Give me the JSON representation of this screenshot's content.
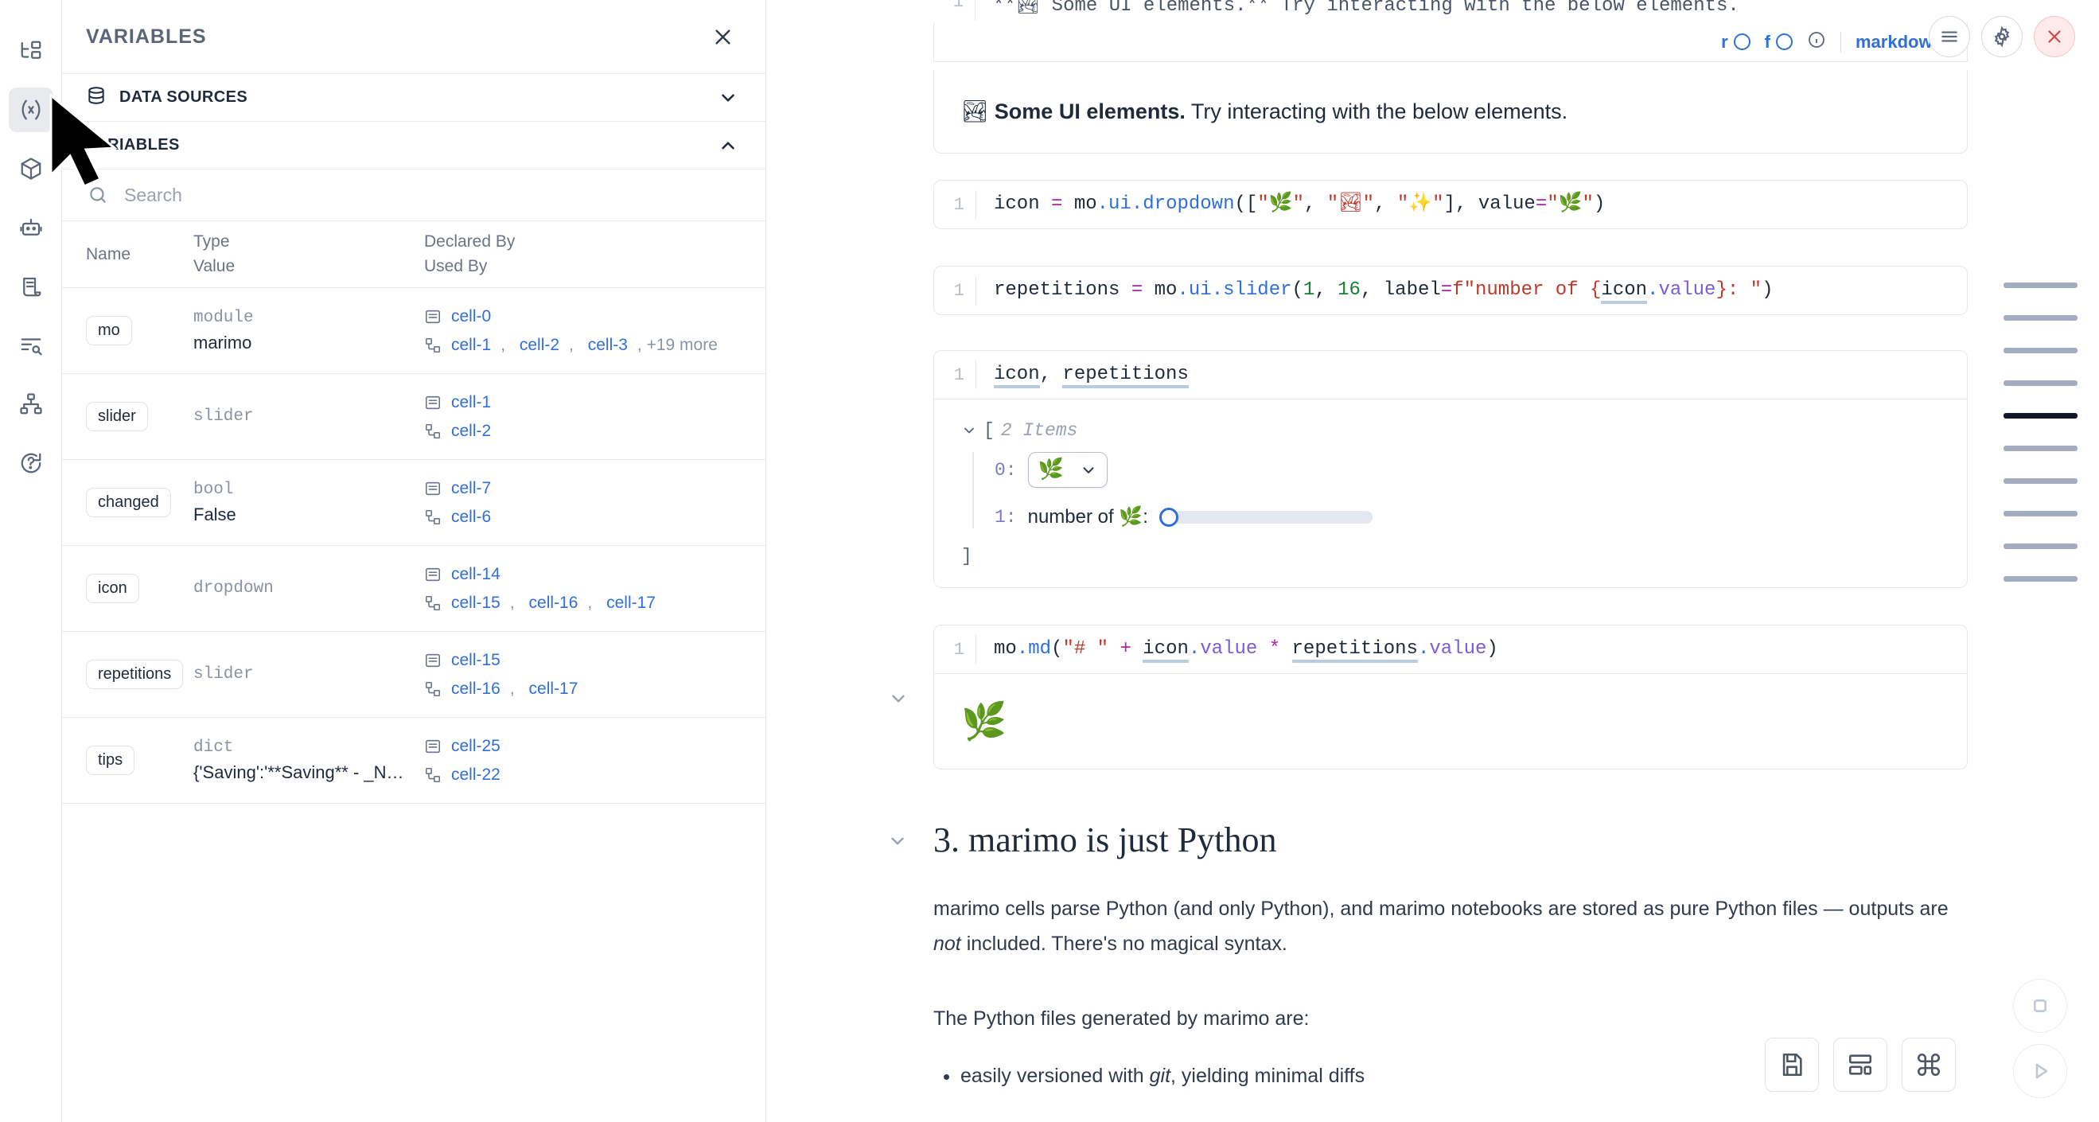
{
  "rail": {
    "items": [
      {
        "name": "file-tree-icon",
        "label": "File explorer"
      },
      {
        "name": "variables-icon",
        "label": "Variables",
        "active": true
      },
      {
        "name": "package-icon",
        "label": "Packages"
      },
      {
        "name": "robot-icon",
        "label": "AI assistant"
      },
      {
        "name": "scroll-icon",
        "label": "Logs"
      },
      {
        "name": "document-search-icon",
        "label": "Outline"
      },
      {
        "name": "dependency-graph-icon",
        "label": "Dependency graph"
      },
      {
        "name": "help-icon",
        "label": "Help"
      }
    ]
  },
  "panel": {
    "title": "VARIABLES",
    "close_label": "×",
    "sections": [
      {
        "label": "DATA SOURCES",
        "expanded": false
      },
      {
        "label": "VARIABLES",
        "expanded": true
      }
    ],
    "search": {
      "value": "",
      "placeholder": "Search"
    },
    "table": {
      "headers": {
        "name": "Name",
        "type": "Type",
        "value": "Value",
        "declared_by": "Declared By",
        "used_by": "Used By"
      },
      "rows": [
        {
          "name": "mo",
          "type": "module",
          "value": "marimo",
          "declared_by": [
            "cell-0"
          ],
          "used_by": [
            "cell-1",
            "cell-2",
            "cell-3"
          ],
          "used_by_more": "+19 more"
        },
        {
          "name": "slider",
          "type": "slider",
          "value": "",
          "declared_by": [
            "cell-1"
          ],
          "used_by": [
            "cell-2"
          ],
          "used_by_more": ""
        },
        {
          "name": "changed",
          "type": "bool",
          "value": "False",
          "declared_by": [
            "cell-7"
          ],
          "used_by": [
            "cell-6"
          ],
          "used_by_more": ""
        },
        {
          "name": "icon",
          "type": "dropdown",
          "value": "",
          "declared_by": [
            "cell-14"
          ],
          "used_by": [
            "cell-15",
            "cell-16",
            "cell-17"
          ],
          "used_by_more": ""
        },
        {
          "name": "repetitions",
          "type": "slider",
          "value": "",
          "declared_by": [
            "cell-15"
          ],
          "used_by": [
            "cell-16",
            "cell-17"
          ],
          "used_by_more": ""
        },
        {
          "name": "tips",
          "type": "dict",
          "value": "{'Saving':'**Saving** - _Na…",
          "declared_by": [
            "cell-25"
          ],
          "used_by": [
            "cell-22"
          ],
          "used_by_more": ""
        }
      ]
    }
  },
  "notebook": {
    "partial_code_top": "**🏞 Some UI elements.** Try interacting with the below elements.",
    "cell_toolbar": {
      "flag_r": "r",
      "flag_f": "f",
      "info_icon": "info-icon",
      "language": "markdown",
      "menu_icon": "hamburger-menu-icon",
      "settings_icon": "gear-icon",
      "delete_icon": "close-icon"
    },
    "markdown_output": {
      "emoji": "🏞",
      "bold": "Some UI elements.",
      "rest": " Try interacting with the below elements."
    },
    "cells": [
      {
        "line_number": "1",
        "code_plain": "icon = mo.ui.dropdown([\"🌿\", \"🏞\", \"✨\"], value=\"🌿\")"
      },
      {
        "line_number": "1",
        "code_plain": "repetitions = mo.ui.slider(1, 16, label=f\"number of {icon.value}: \")"
      },
      {
        "line_number": "1",
        "code_plain": "icon, repetitions"
      },
      {
        "line_number": "1",
        "code_plain": "mo.md(\"# \" + icon.value * repetitions.value)"
      }
    ],
    "list_output": {
      "open_bracket": "[",
      "close_bracket": "]",
      "items_label": "2 Items",
      "item0_index": "0:",
      "item0_value": "🌿",
      "item1_index": "1:",
      "item1_label": "number of 🌿:",
      "slider_value_fraction": 0.0
    },
    "md_output_emoji": "🌿",
    "section": {
      "heading": "3. marimo is just Python",
      "paragraph_1_a": "marimo cells parse Python (and only Python), and marimo notebooks are stored as pure Python files — outputs are ",
      "paragraph_1_italic": "not",
      "paragraph_1_b": " included. There's no magical syntax.",
      "paragraph_2": "The Python files generated by marimo are:",
      "bullets": [
        {
          "pre": "easily versioned with ",
          "italic": "git",
          "post": ", yielding minimal diffs"
        }
      ]
    }
  },
  "minimap": {
    "bars": 10,
    "active_index": 4
  },
  "bottom_toolbar": {
    "buttons": [
      {
        "name": "save-button",
        "icon": "save-icon"
      },
      {
        "name": "layout-button",
        "icon": "layout-icon"
      },
      {
        "name": "command-palette-button",
        "icon": "command-icon"
      }
    ],
    "stop_button": {
      "name": "stop-button",
      "icon": "stop-icon"
    },
    "run_button": {
      "name": "run-button",
      "icon": "play-icon"
    }
  },
  "colors": {
    "accent_blue": "#2f6fdb",
    "text_dark": "#1f2a3c",
    "muted": "#8a93a3",
    "border": "#e4e7ec",
    "danger": "#d64545"
  }
}
